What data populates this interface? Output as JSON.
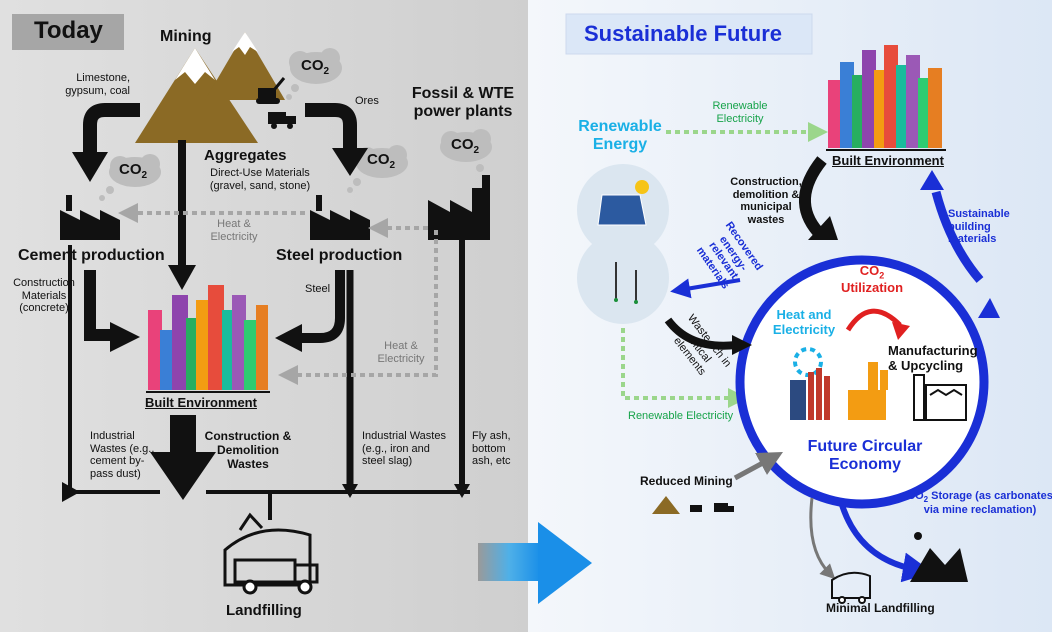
{
  "today": {
    "title": "Today",
    "mining": "Mining",
    "co2": "CO",
    "co2_sub": "2",
    "limestone": "Limestone, gypsum, coal",
    "ores": "Ores",
    "fossil": "Fossil & WTE power plants",
    "aggregates": "Aggregates",
    "direct_use": "Direct-Use Materials (gravel, sand, stone)",
    "heat_elec_1": "Heat & Electricity",
    "heat_elec_2": "Heat & Electricity",
    "cement": "Cement production",
    "steel_prod": "Steel production",
    "construction_materials": "Construction Materials (concrete)",
    "steel": "Steel",
    "built_env": "Built Environment",
    "industrial_wastes_1": "Industrial Wastes (e.g., cement by-pass dust)",
    "cdw": "Construction & Demolition Wastes",
    "industrial_wastes_2": "Industrial Wastes (e.g., iron and steel slag)",
    "fly_ash": "Fly ash, bottom ash, etc",
    "landfilling": "Landfilling"
  },
  "future": {
    "title": "Sustainable Future",
    "renewable_energy": "Renewable Energy",
    "renewable_electricity_top": "Renewable Electricity",
    "built_env": "Built Environment",
    "construction_wastes": "Construction, demolition & municipal wastes",
    "recovered": "Recovered energy-relevant materials",
    "sustainable_materials": "Sustainable building materials",
    "co2_util_prefix": "CO",
    "co2_util_sub": "2",
    "co2_util": "Utilization",
    "heat_electricity": "Heat and Electricity",
    "manufacturing": "Manufacturing & Upcycling",
    "waste_rich": "Waste rich in critical elements",
    "renewable_electricity_bottom": "Renewable Electricity",
    "future_circular": "Future Circular Economy",
    "reduced_mining": "Reduced Mining",
    "co2_storage_prefix": "CO",
    "co2_storage_sub": "2",
    "co2_storage": "Storage (as carbonates via mine reclamation)",
    "minimal_landfilling": "Minimal Landfilling"
  },
  "colors": {
    "left_bg": "#d9d9d9",
    "right_bg": "#e4ecf7",
    "blue": "#1a2fd6",
    "mountain": "#8b6a25",
    "arrow_gray": "#a6a6a6",
    "green_dot": "#9bd68b",
    "transition_blue": "#1ba0e8"
  }
}
